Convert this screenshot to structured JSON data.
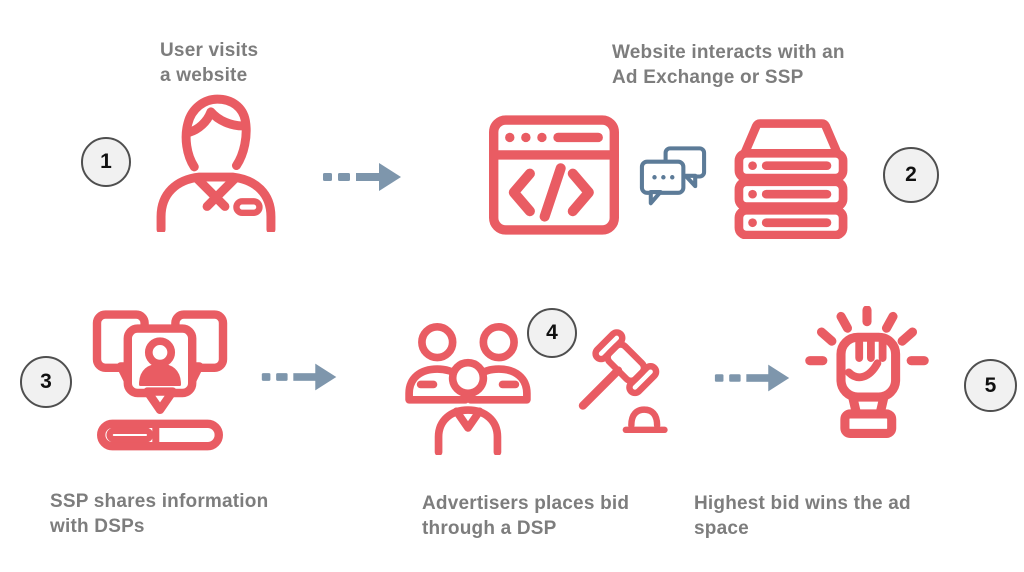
{
  "palette": {
    "background": "#FFFFFF",
    "icon-red": "#E95C63",
    "icon-blue": "#5C7B98",
    "arrow-color": "#7E96AC",
    "text-gray": "#7D7D7D",
    "circle-fill": "#F1F1F1",
    "circle-border": "#4F4F4F",
    "number-color": "#111111"
  },
  "steps": [
    {
      "number": "1",
      "title": "User visits\na website",
      "icons": [
        "user-icon"
      ]
    },
    {
      "number": "2",
      "title": "Website interacts with an\nAd Exchange or SSP",
      "icons": [
        "browser-code-icon",
        "chat-bubbles-icon",
        "server-stack-icon"
      ]
    },
    {
      "number": "3",
      "title": "SSP shares information\nwith DSPs",
      "icons": [
        "ssp-broadcast-icon"
      ]
    },
    {
      "number": "4",
      "title": "Advertisers places bid\nthrough a DSP",
      "icons": [
        "advertisers-group-icon",
        "auction-gavel-icon"
      ]
    },
    {
      "number": "5",
      "title": "Highest bid wins the ad\nspace",
      "icons": [
        "winning-fist-icon"
      ]
    }
  ],
  "connectors": [
    {
      "from": "1",
      "to": "2",
      "style": "dashed-arrow"
    },
    {
      "from": "3",
      "to": "4",
      "style": "dashed-arrow"
    },
    {
      "from": "4",
      "to": "5",
      "style": "dashed-arrow"
    }
  ]
}
